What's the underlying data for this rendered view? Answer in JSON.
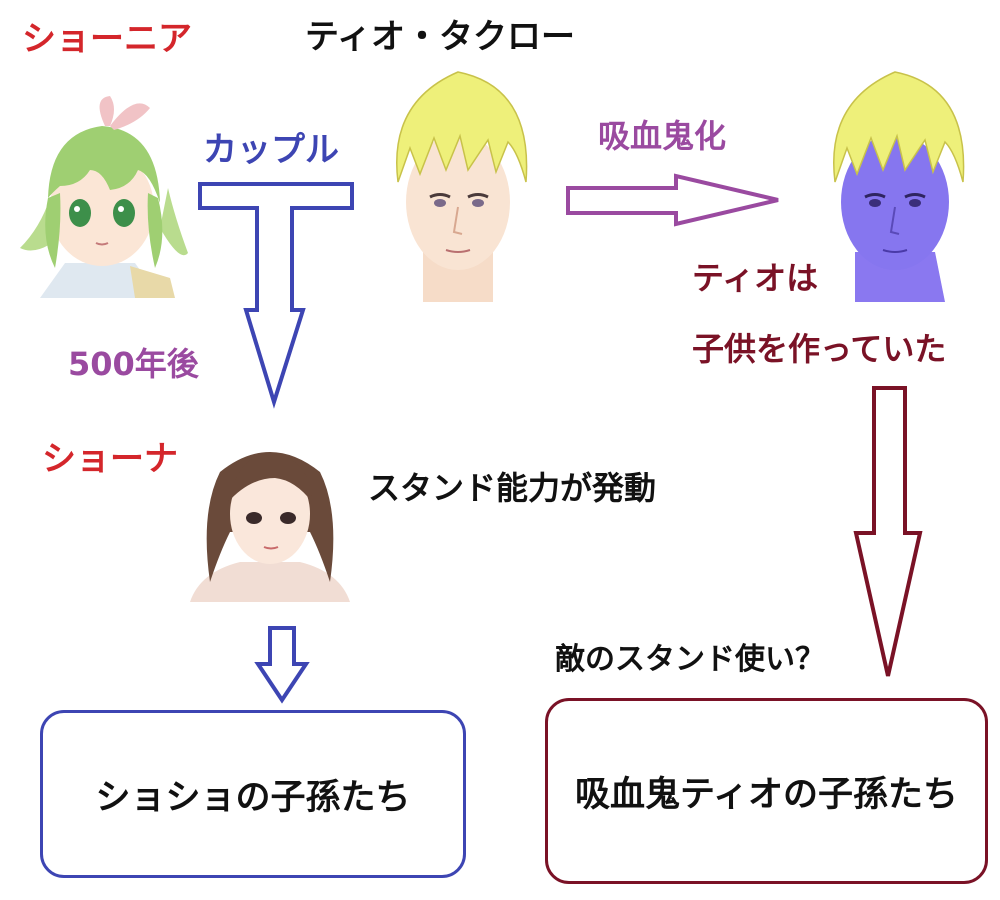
{
  "characters": {
    "shonia": "ショーニア",
    "tio": "ティオ・タクロー",
    "shona": "ショーナ"
  },
  "relations": {
    "couple": "カップル",
    "vampirize": "吸血鬼化",
    "years_later": "500年後",
    "stand_activated": "スタンド能力が発動",
    "tio_had_children_line1": "ティオは",
    "tio_had_children_line2": "子供を作っていた",
    "enemy_stand_user": "敵のスタンド使い？"
  },
  "boxes": {
    "joshu_descendants": "ショショの子孫たち",
    "vampire_tio_descendants": "吸血鬼ティオの子孫たち"
  },
  "colors": {
    "name_red": "#d4262b",
    "couple_blue": "#3d45b3",
    "vampire_purple": "#9a4aa0",
    "descendants_maroon": "#7a1226",
    "vampire_skin": "#7f6ef0",
    "blonde_hair": "#eef07a"
  },
  "icons": [
    "shonia-portrait",
    "tio-portrait",
    "vampire-tio-portrait",
    "shona-portrait"
  ]
}
